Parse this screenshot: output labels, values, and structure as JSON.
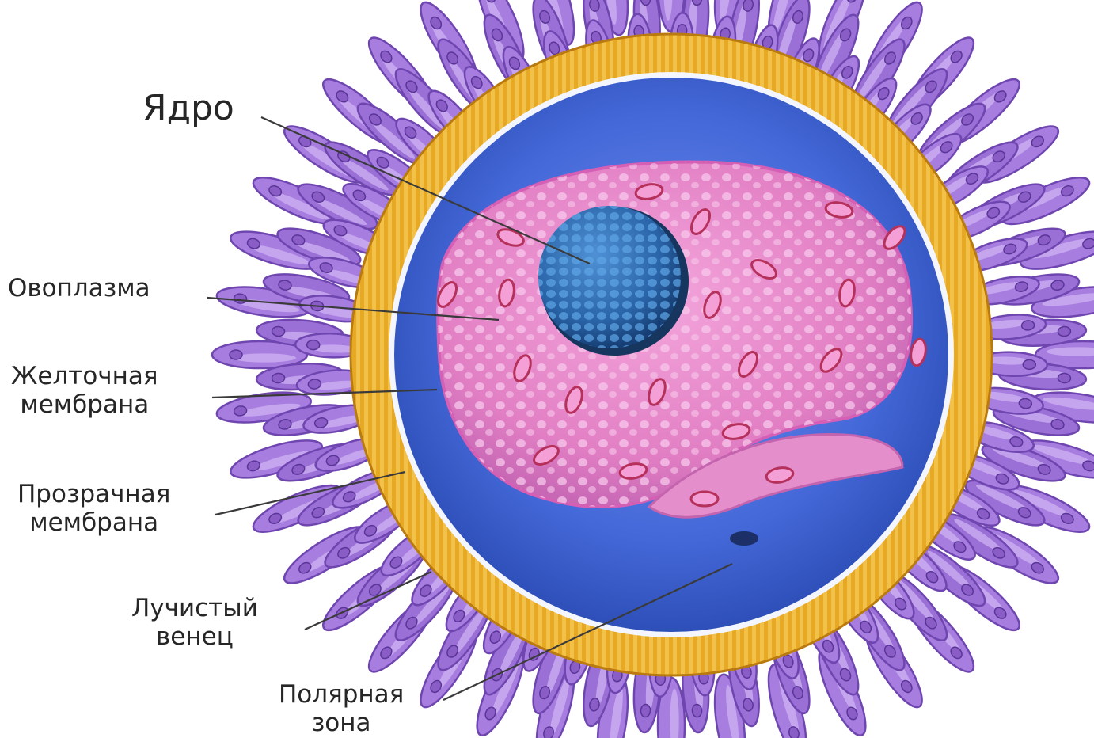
{
  "labels": {
    "nucleus": "Ядро",
    "ovoplasm": "Овоплазма",
    "yolk_membrane": [
      "Желточная",
      "мембрана"
    ],
    "zona_pellucida": [
      "Прозрачная",
      "мембрана"
    ],
    "corona_radiata": [
      "Лучистый",
      "венец"
    ],
    "polar_zone": [
      "Полярная",
      "зона"
    ]
  },
  "colors": {
    "corona": "#9a6fd6",
    "corona_dark": "#6f46b0",
    "zona": "#e0a21f",
    "membrane_blue": "#3e6fd8",
    "ovoplasm_pink": "#e889c8",
    "nucleus": "#2f6fb5",
    "granule": "#b5305a",
    "leader_line": "#3a3a3a"
  }
}
